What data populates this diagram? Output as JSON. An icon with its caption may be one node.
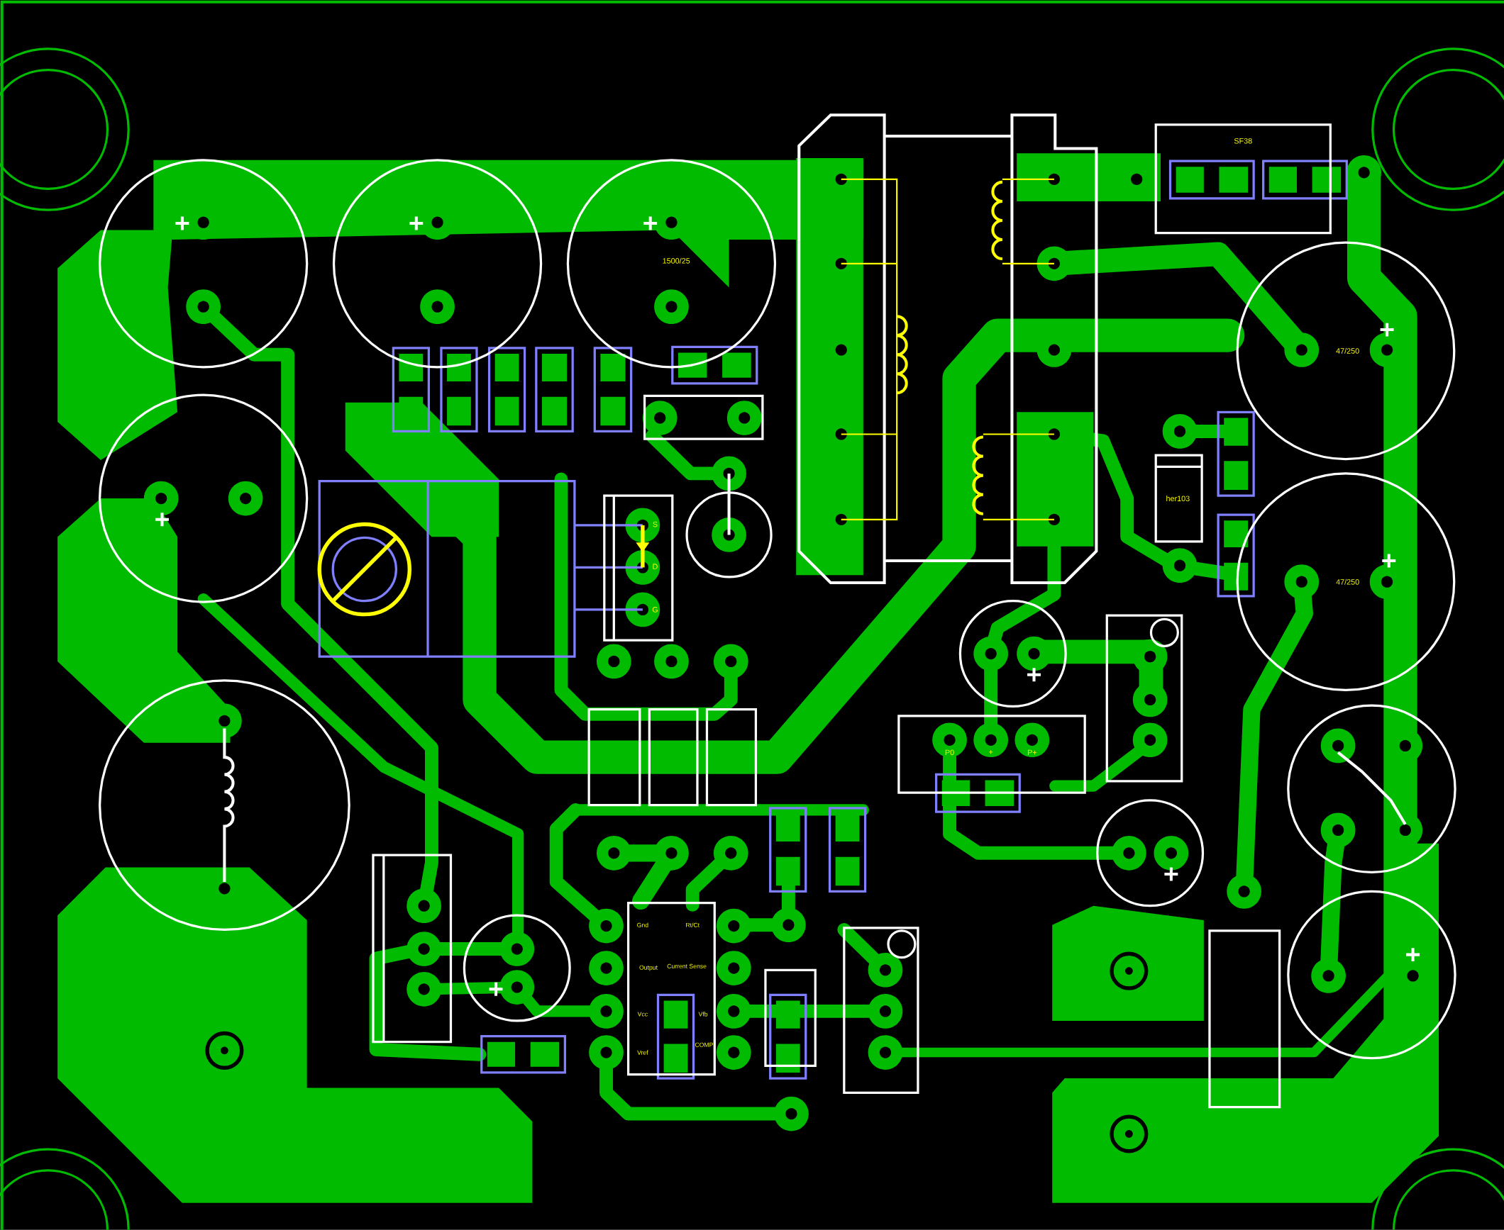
{
  "diagram": {
    "labels": [
      "1500/25",
      "SF38",
      "47/250",
      "her103",
      "S",
      "D",
      "G",
      "47/250",
      "P0",
      "+",
      "P+",
      "Gnd",
      "Rt/Ct",
      "Output",
      "Current Sense",
      "Vcc",
      "Vfb",
      "Vref",
      "COMP"
    ]
  }
}
